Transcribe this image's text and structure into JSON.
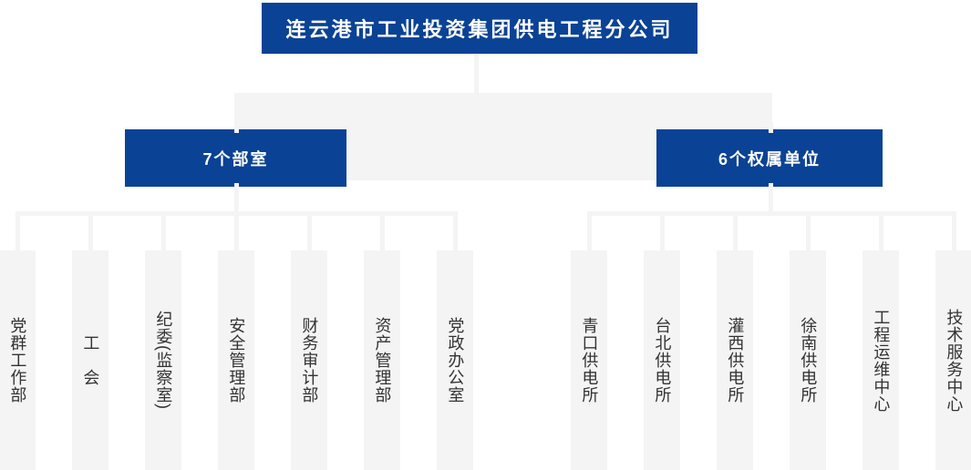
{
  "org_chart": {
    "root_label": "连云港市工业投资集团供电工程分公司",
    "branches": [
      {
        "label": "7个部室",
        "children": [
          "党群工作部",
          "工　会",
          "纪委(监察室)",
          "安全管理部",
          "财务审计部",
          "资产管理部",
          "党政办公室"
        ]
      },
      {
        "label": "6个权属单位",
        "children": [
          "青口供电所",
          "台北供电所",
          "灌西供电所",
          "徐南供电所",
          "工程运维中心",
          "技术服务中心"
        ]
      }
    ],
    "colors": {
      "node_blue": "#0a4296",
      "connector_gray": "#f4f4f5",
      "leaf_text": "#333333"
    }
  }
}
